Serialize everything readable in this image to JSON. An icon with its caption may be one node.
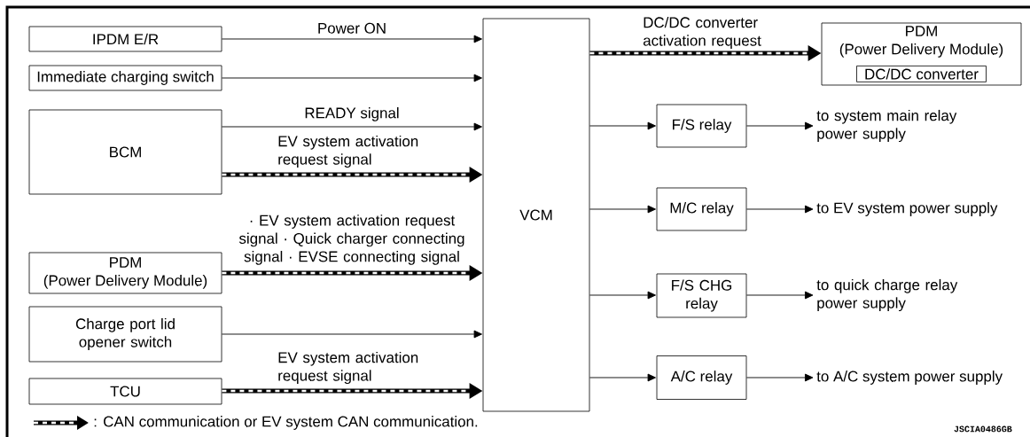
{
  "diagram": {
    "nodes": [
      {
        "text": [
          "IPDM E/R"
        ]
      },
      {
        "text": [
          "Immediate charging switch"
        ]
      },
      {
        "text": [
          "BCM"
        ]
      },
      {
        "text": [
          "PDM",
          "(Power Delivery Module)"
        ]
      },
      {
        "text": [
          "Charge port lid opener switch"
        ]
      },
      {
        "text": [
          "TCU"
        ]
      },
      {
        "text": [
          "VCM"
        ]
      },
      {
        "text": [
          "PDM",
          "(Power Delivery Module)"
        ]
      },
      {
        "text": [
          "DC/DC converter"
        ],
        "in": 7
      },
      {
        "text": [
          "F/S relay"
        ]
      },
      {
        "text": [
          "M/C relay"
        ]
      },
      {
        "text": [
          "F/S CHG relay"
        ]
      },
      {
        "text": [
          "A/C relay"
        ]
      },
      {
        "text": [
          "to system main relay power supply"
        ]
      },
      {
        "text": [
          "to EV system power supply"
        ]
      },
      {
        "text": [
          "to quick charge relay power supply"
        ]
      },
      {
        "text": [
          "to A/C system power supply"
        ]
      }
    ],
    "edges": [
      {
        "from": 0,
        "to": 6,
        "arrow": "to",
        "label": "Power ON"
      },
      {
        "from": 1,
        "to": 6,
        "arrow": "to"
      },
      {
        "from": 2,
        "to": 6,
        "arrow": "to",
        "label": "READY signal"
      },
      {
        "from": 2,
        "to": 6,
        "arrow": "to",
        "label": "EV system activation request signal",
        "style": "thick"
      },
      {
        "from": 3,
        "to": 6,
        "arrow": "to",
        "label": "· EV system activation request signal · Quick charger connecting signal · EVSE connecting signal",
        "style": "thick"
      },
      {
        "from": 4,
        "to": 6,
        "arrow": "to"
      },
      {
        "from": 5,
        "to": 6,
        "arrow": "to",
        "label": "EV system activation request signal",
        "style": "thick"
      },
      {
        "from": 6,
        "to": 7,
        "arrow": "to",
        "label": "DC/DC converter activation request",
        "style": "thick"
      },
      {
        "from": 6,
        "to": 9,
        "arrow": "to"
      },
      {
        "from": 6,
        "to": 10,
        "arrow": "to"
      },
      {
        "from": 6,
        "to": 11,
        "arrow": "to"
      },
      {
        "from": 6,
        "to": 12,
        "arrow": "to"
      },
      {
        "from": 9,
        "to": 13,
        "arrow": "to"
      },
      {
        "from": 10,
        "to": 14,
        "arrow": "to"
      },
      {
        "from": 11,
        "to": 15,
        "arrow": "to"
      },
      {
        "from": 12,
        "to": 16,
        "arrow": "to"
      }
    ],
    "labels": [
      "JSCIA0486GB"
    ],
    "legend": [
      {
        "text": ": CAN communication or EV system CAN communication."
      }
    ]
  }
}
